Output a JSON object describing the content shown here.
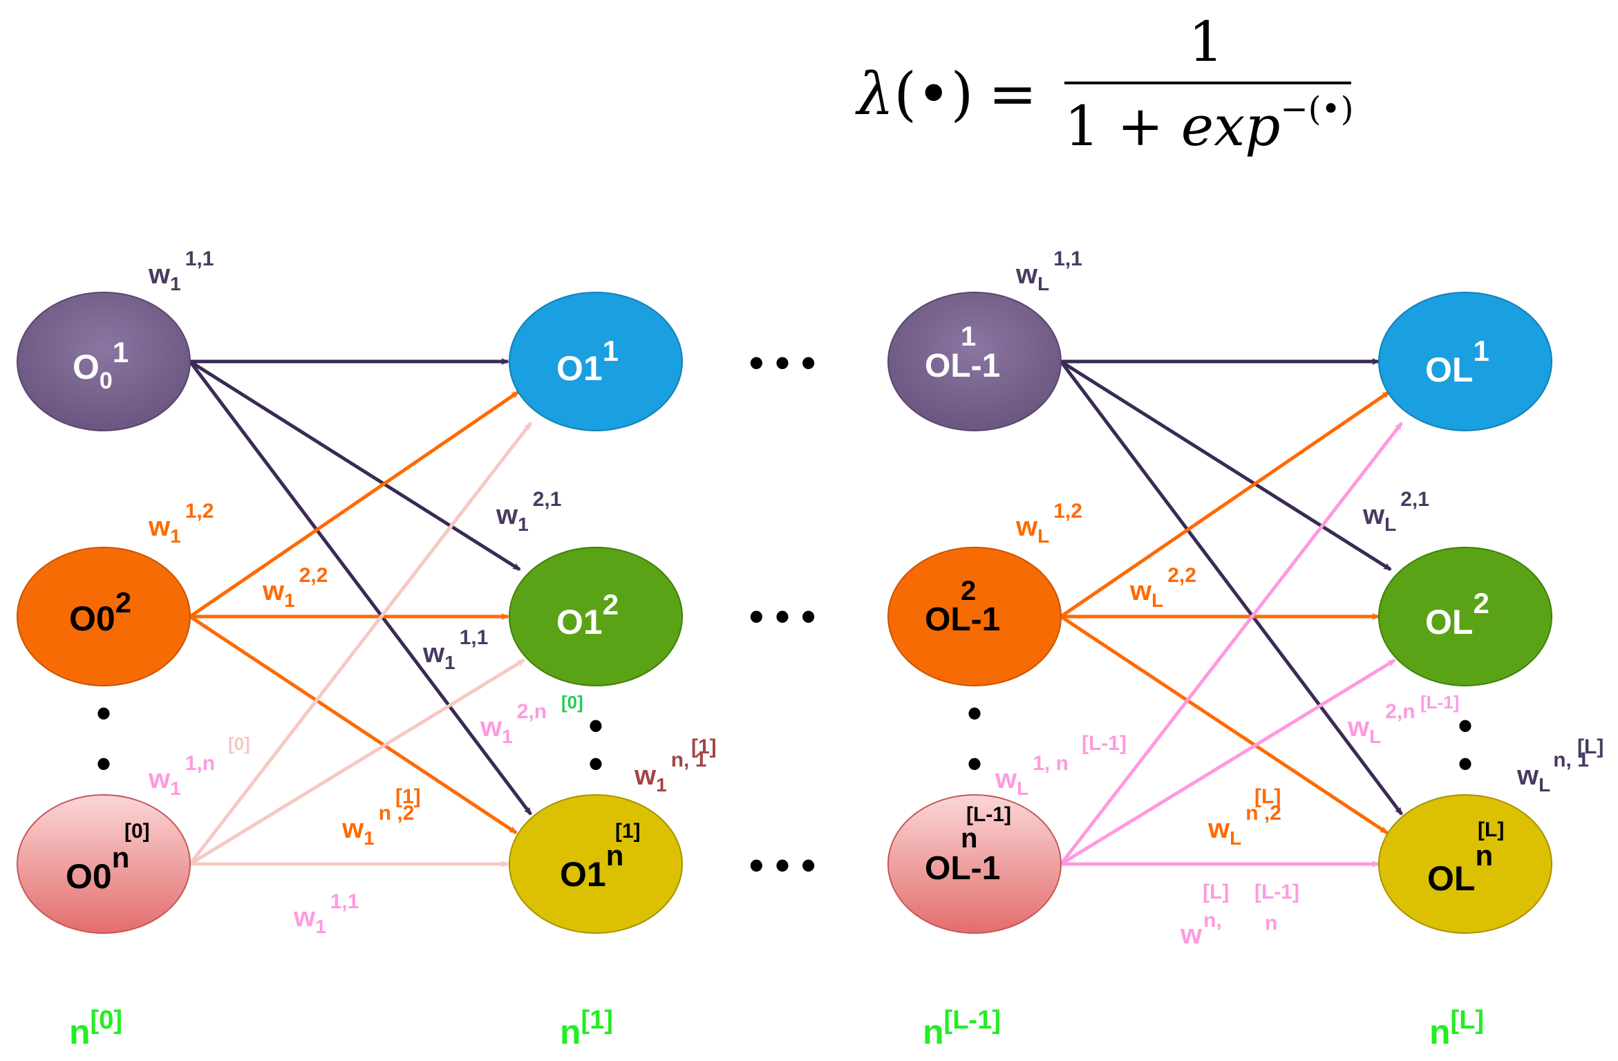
{
  "formula": {
    "lhs_symbol": "λ",
    "lhs_arg": "(•)",
    "equals": "=",
    "numerator": "1",
    "denominator_base": "1 + ",
    "denominator_exp": "exp",
    "denominator_power": "−(•)"
  },
  "colors": {
    "purple": "#75618a",
    "orange": "#f76b05",
    "pink_node": "#ee9a9a",
    "blue": "#1a9fe0",
    "green": "#5aa316",
    "yellow": "#dbc102",
    "dark_arrow": "#3a2a55",
    "orange_arrow": "#ff6a00",
    "light_pink_arrow": "#f7c8c3",
    "pink_arrow": "#ff99e0",
    "layer_label": "#22ee22"
  },
  "nodes": {
    "o0_1": {
      "base": "O",
      "sub": "0",
      "sup": "1"
    },
    "o0_2": {
      "base": "O0",
      "sup": "2"
    },
    "o0_n": {
      "base": "O0",
      "sup": "n",
      "sup2": "[0]"
    },
    "o1_1": {
      "base": "O1",
      "sup": "1"
    },
    "o1_2": {
      "base": "O1",
      "sup": "2"
    },
    "o1_n": {
      "base": "O1",
      "sup": "n",
      "sup2": "[1]"
    },
    "oL1_1": {
      "base": "OL-1",
      "sup": "1"
    },
    "oL1_2": {
      "base": "OL-1",
      "sup": "2"
    },
    "oL1_n": {
      "base": "OL-1",
      "sup": "n",
      "sup2": "[L-1]"
    },
    "oL_1": {
      "base": "OL",
      "sup": "1"
    },
    "oL_2": {
      "base": "OL",
      "sup": "2"
    },
    "oL_n": {
      "base": "OL",
      "sup": "n",
      "sup2": "[L]"
    }
  },
  "weights": {
    "w1_11_top": {
      "w": "w",
      "sub": "1",
      "sup": "1,1"
    },
    "w1_12": {
      "w": "w",
      "sub": "1",
      "sup": "1,2"
    },
    "w1_21": {
      "w": "w",
      "sub": "1",
      "sup": "2,1"
    },
    "w1_22": {
      "w": "w",
      "sub": "1",
      "sup": "2,2"
    },
    "w1_11_mid": {
      "w": "w",
      "sub": "1",
      "sup": "1,1"
    },
    "w1_2n": {
      "w": "w",
      "sub": "1",
      "sup": "2,n",
      "sup2": "[0]"
    },
    "w1_1n": {
      "w": "w",
      "sub": "1",
      "sup": "1,n",
      "sup2": "[0]"
    },
    "w1_n1": {
      "w": "w",
      "sub": "1",
      "sup": "n, 1",
      "sup2": "[1]"
    },
    "w1_n2": {
      "w": "w",
      "sub": "1",
      "sup": "n  ,2",
      "sup2": "[1]"
    },
    "w1_11_bottom": {
      "w": "w",
      "sub": "1",
      "sup": "1,1"
    },
    "wL_11": {
      "w": "w",
      "sub": "L",
      "sup": "1,1"
    },
    "wL_12": {
      "w": "w",
      "sub": "L",
      "sup": "1,2"
    },
    "wL_21": {
      "w": "w",
      "sub": "L",
      "sup": "2,1"
    },
    "wL_22": {
      "w": "w",
      "sub": "L",
      "sup": "2,2"
    },
    "wL_2n": {
      "w": "w",
      "sub": "L",
      "sup": "2,n",
      "sup2": "[L-1]"
    },
    "wL_1n": {
      "w": "w",
      "sub": "L",
      "sup": "1, n",
      "sup2": "[L-1]"
    },
    "wL_n1": {
      "w": "w",
      "sub": "L",
      "sup": "n, 1",
      "sup2": "[L]"
    },
    "wL_n2": {
      "w": "w",
      "sub": "L",
      "sup": "n  ,2",
      "sup2": "[L]"
    },
    "wL_nn": {
      "w": "w",
      "sup": "n,",
      "sup2": "[L]",
      "sup3": "[L-1]",
      "sub3": "n"
    }
  },
  "layers": [
    {
      "base": "n",
      "sup": "[0]"
    },
    {
      "base": "n",
      "sup": "[1]"
    },
    {
      "base": "n",
      "sup": "[L-1]"
    },
    {
      "base": "n",
      "sup": "[L]"
    }
  ],
  "ellipsis": "• • •",
  "vdot": "•"
}
